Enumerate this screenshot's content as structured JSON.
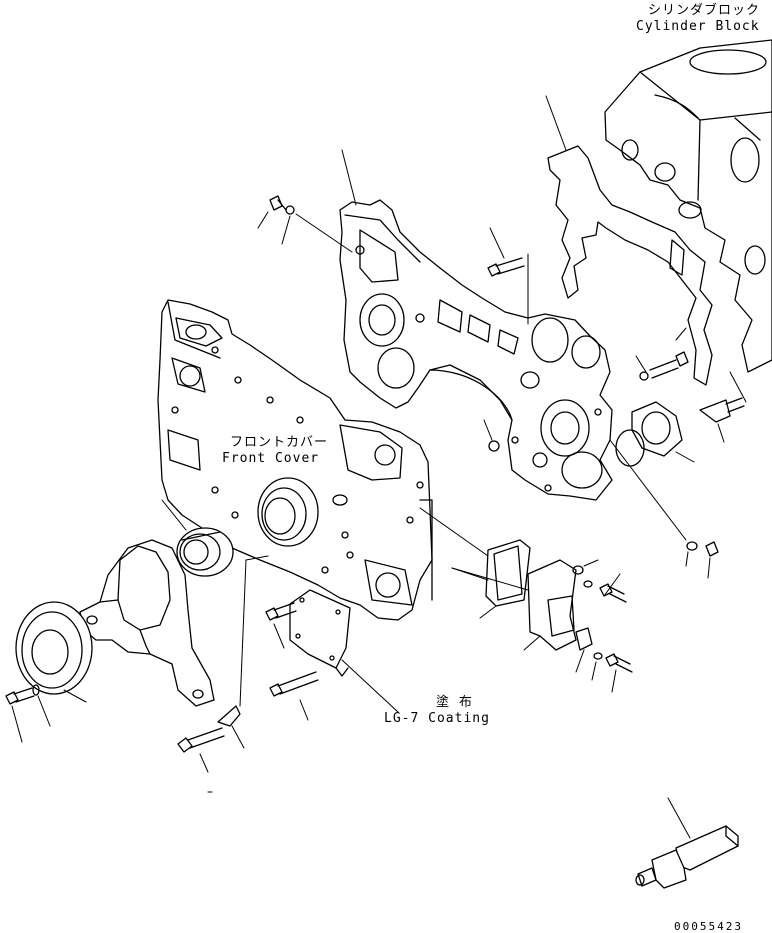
{
  "labels": {
    "cylinder_block_jp": "シリンダブロック",
    "cylinder_block_en": "Cylinder Block",
    "front_cover_jp": "フロントカバー",
    "front_cover_en": "Front Cover",
    "coating_jp": "塗 布",
    "coating_en": "LG-7 Coating",
    "drawing_number": "00055423"
  }
}
